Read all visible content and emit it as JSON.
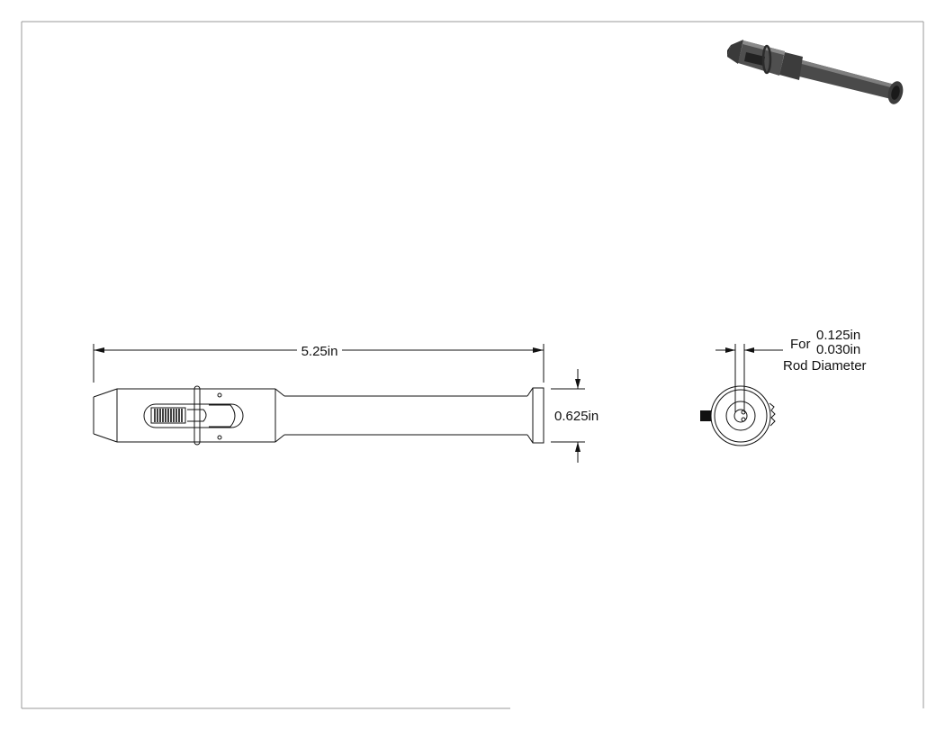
{
  "drawing": {
    "overall_length_label": "5.25in",
    "diameter_label": "0.625in",
    "rod_note": {
      "prefix": "For",
      "max_size": "0.125in",
      "min_size": "0.030in",
      "suffix": "Rod Diameter"
    }
  },
  "colors": {
    "line": "#111111",
    "border": "#9a9a9a",
    "iso_body": "#4a4a4a",
    "iso_highlight": "#8a8a8a",
    "background": "#ffffff"
  }
}
